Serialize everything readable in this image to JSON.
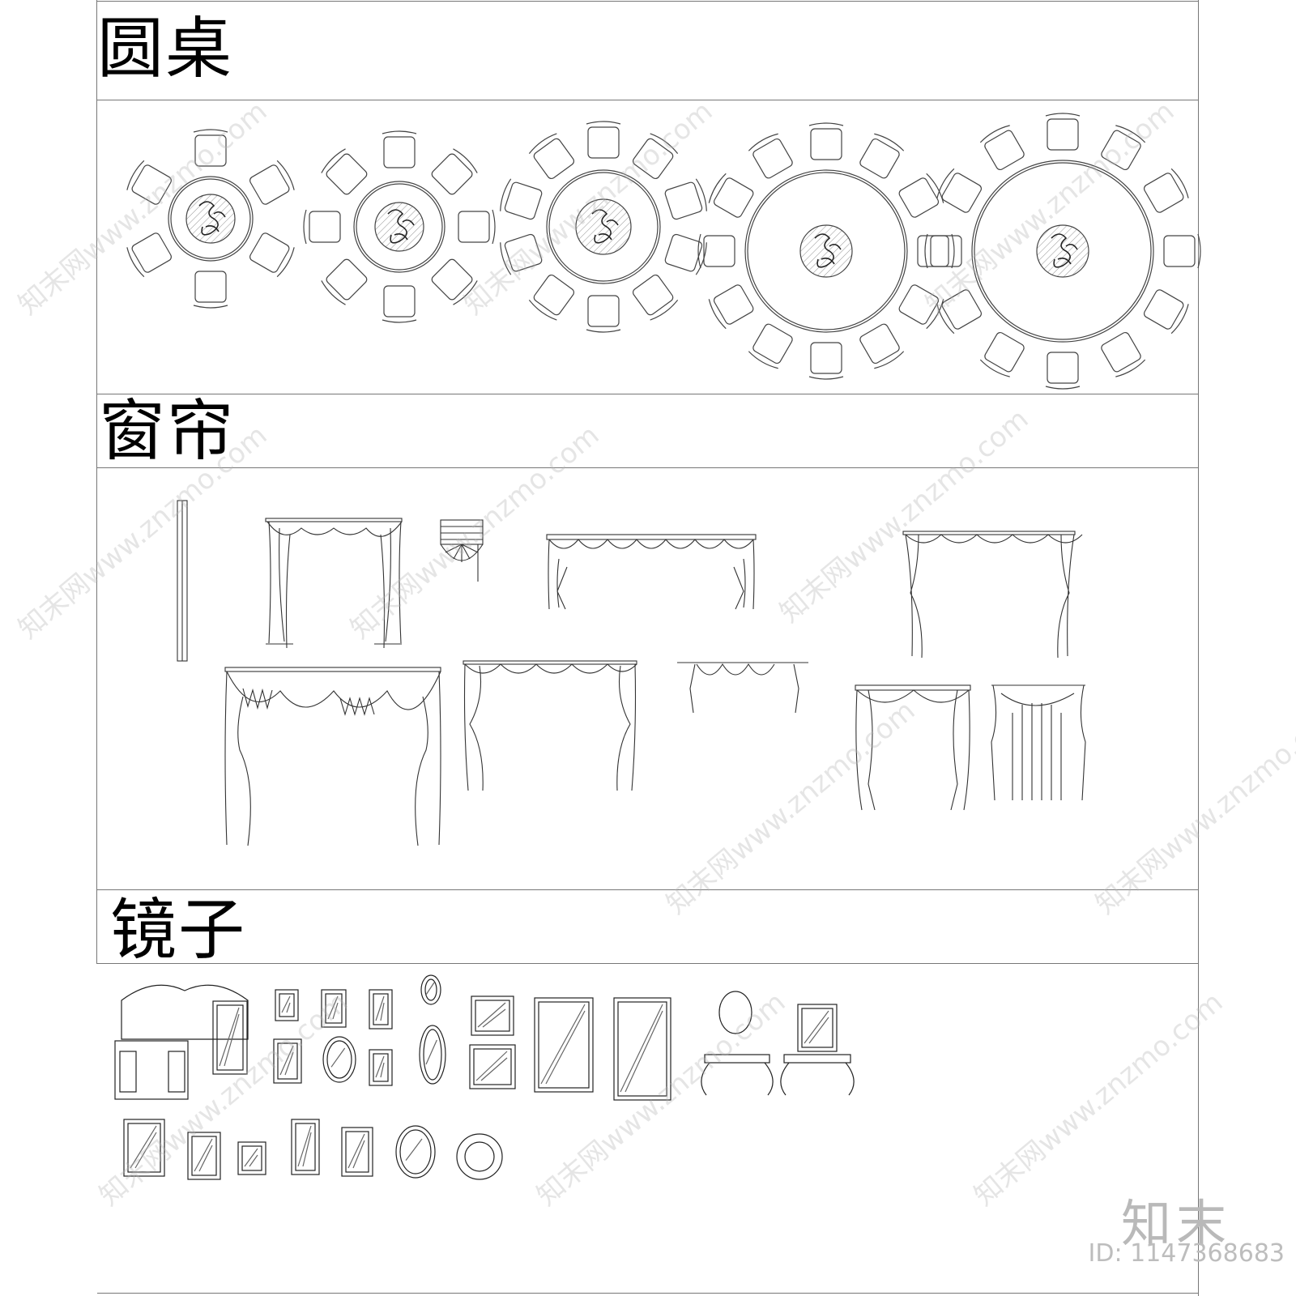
{
  "sections": {
    "round_tables": {
      "title": "圆桌"
    },
    "curtains": {
      "title": "窗帘"
    },
    "mirrors": {
      "title": "镜子"
    }
  },
  "watermark": {
    "text": "知末网www.znzmo.com"
  },
  "brand": {
    "logo_text": "知末",
    "id_text": "ID: 1147368683"
  }
}
